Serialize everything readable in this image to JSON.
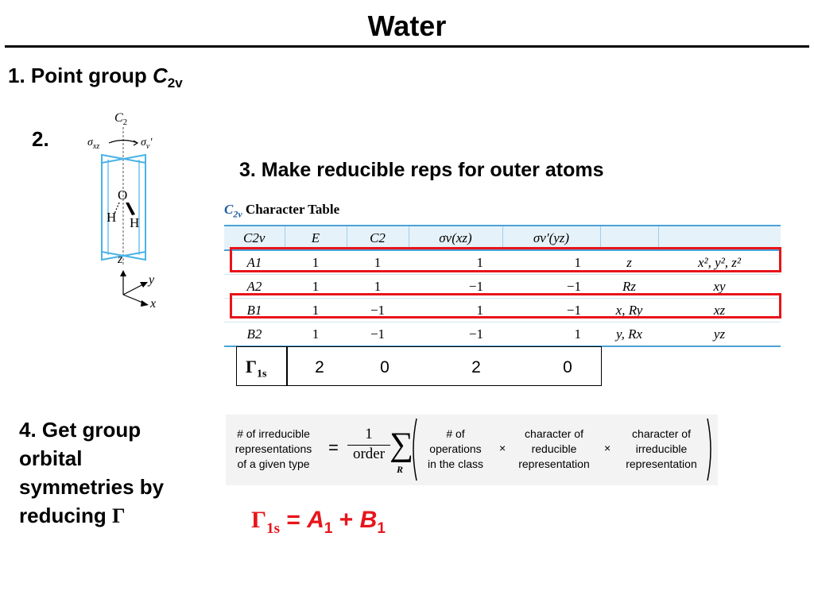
{
  "title": "Water",
  "step1": {
    "prefix": "1. Point group ",
    "group_letter": "C",
    "group_sub": "2v"
  },
  "step2": {
    "label": "2."
  },
  "diagram": {
    "axis_c2": "C",
    "axis_c2_sub": "2",
    "sigma_xz": "σ",
    "sigma_xz_sub": "xz",
    "sigma_v": "σ",
    "sigma_v_sub": "v",
    "sigma_v_prime": "'",
    "atom_o": "O",
    "atom_h1": "H",
    "atom_h2": "H",
    "axis_z": "z",
    "axis_y": "y",
    "axis_x": "x"
  },
  "step3": {
    "label": "3. Make reducible reps for outer atoms"
  },
  "character_table": {
    "caption_symbol": "C",
    "caption_sub": "2v",
    "caption_text": " Character Table",
    "headers": [
      "C2v",
      "E",
      "C2",
      "σv(xz)",
      "σv′(yz)",
      "",
      ""
    ],
    "rows": [
      {
        "irrep": "A1",
        "chars": [
          "1",
          "1",
          "1",
          "1"
        ],
        "linear": "z",
        "quadratic": "x², y², z²"
      },
      {
        "irrep": "A2",
        "chars": [
          "1",
          "1",
          "−1",
          "−1"
        ],
        "linear": "Rz",
        "quadratic": "xy"
      },
      {
        "irrep": "B1",
        "chars": [
          "1",
          "−1",
          "1",
          "−1"
        ],
        "linear": "x, Ry",
        "quadratic": "xz"
      },
      {
        "irrep": "B2",
        "chars": [
          "1",
          "−1",
          "−1",
          "1"
        ],
        "linear": "y, Rx",
        "quadratic": "yz"
      }
    ]
  },
  "gamma_row": {
    "symbol": "Γ",
    "sub": "1s",
    "values": [
      "2",
      "0",
      "2",
      "0"
    ]
  },
  "step4": {
    "lines": [
      "4. Get group",
      "orbital",
      "symmetries by",
      "reducing "
    ],
    "gamma": "Γ"
  },
  "formula": {
    "lhs": [
      "# of irreducible",
      "representations",
      "of a given type"
    ],
    "equals": "=",
    "frac_num": "1",
    "frac_den": "order",
    "sigma": "∑",
    "sum_index": "R",
    "term1": [
      "# of",
      "operations",
      "in the class"
    ],
    "times": "×",
    "term2": [
      "character of",
      "reducible",
      "representation"
    ],
    "term3": [
      "character of",
      "irreducible",
      "representation"
    ]
  },
  "result": {
    "gamma": "Γ",
    "gamma_sub": "1s",
    "equals": " = ",
    "a": "A",
    "a_sub": "1",
    "plus": " + ",
    "b": "B",
    "b_sub": "1"
  }
}
